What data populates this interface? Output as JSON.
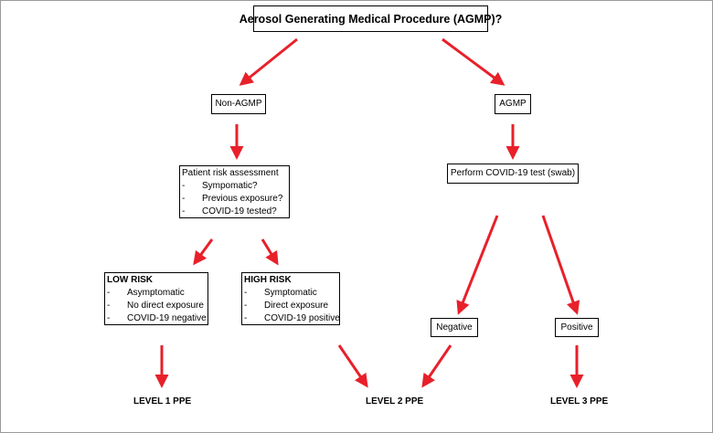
{
  "title": "Aerosol Generating Medical Procedure (AGMP)?",
  "non_agmp": "Non-AGMP",
  "agmp": "AGMP",
  "risk_assessment": {
    "heading": "Patient risk assessment",
    "items": [
      "Sympomatic?",
      "Previous exposure?",
      "COVID-19 tested?"
    ]
  },
  "covid_test": "Perform COVID-19 test (swab)",
  "low_risk": {
    "heading": "LOW RISK",
    "items": [
      "Asymptomatic",
      "No direct exposure",
      "COVID-19 negative"
    ]
  },
  "high_risk": {
    "heading": "HIGH RISK",
    "items": [
      "Symptomatic",
      "Direct exposure",
      "COVID-19 positive"
    ]
  },
  "negative": "Negative",
  "positive": "Positive",
  "level1": "LEVEL 1 PPE",
  "level2": "LEVEL 2 PPE",
  "level3": "LEVEL 3 PPE",
  "colors": {
    "arrow": "#e8202a",
    "border": "#000000"
  }
}
